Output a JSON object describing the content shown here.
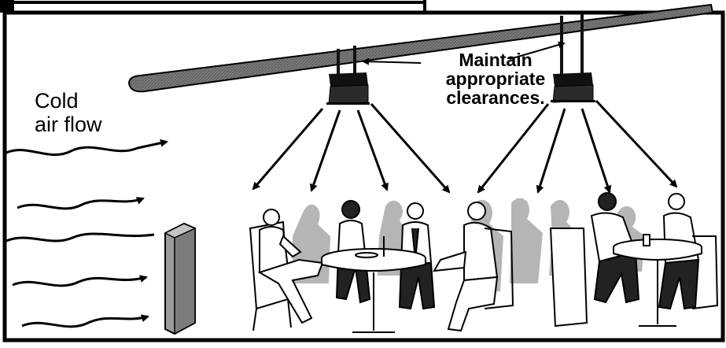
{
  "labels": {
    "cold_air_line1": "Cold",
    "cold_air_line2": "air flow",
    "clearance_line1": "Maintain",
    "clearance_line2": "appropriate",
    "clearance_line3": "clearances."
  },
  "icons": [
    "ceiling-beam",
    "overhead-heater",
    "heat-arrow",
    "cold-air-wave",
    "windbreak-panel",
    "seated-diner",
    "round-table"
  ],
  "colors": {
    "background": "#ffffff",
    "frame": "#000000",
    "beam": "#6e6e6e",
    "heater": "#222222",
    "panel": "#8a8a8a",
    "shadow": "#b0b0b0"
  }
}
